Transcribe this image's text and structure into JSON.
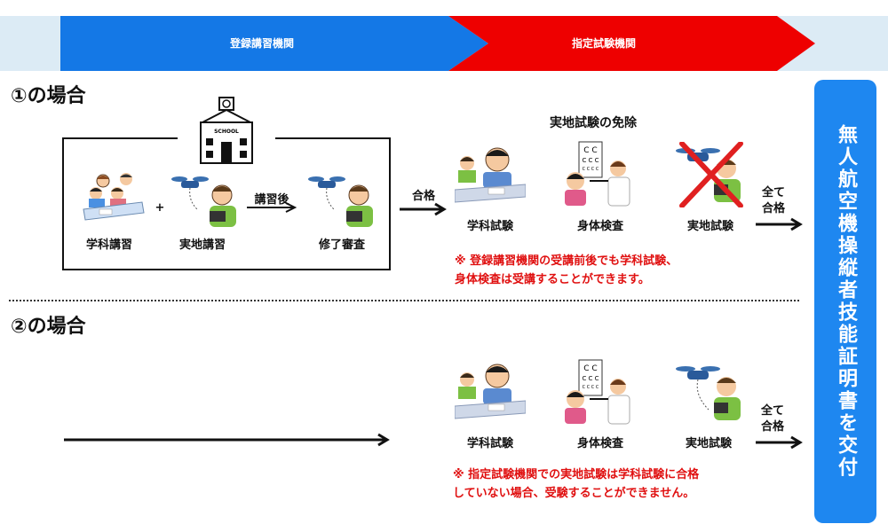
{
  "banner": {
    "registered_label": "登録講習機関",
    "designated_label": "指定試験機関",
    "colors": {
      "registered": "#1478e6",
      "designated": "#ee0000",
      "background": "#dcebf5"
    }
  },
  "case1": {
    "title": "①の場合",
    "school_sign": "SCHOOL",
    "academic_lecture": "学科講習",
    "plus": "+",
    "practical_lecture": "実地講習",
    "after_lecture": "講習後",
    "completion_exam": "修了審査",
    "pass": "合格",
    "exemption_title": "実地試験の免除",
    "academic_test": "学科試験",
    "physical_test": "身体検査",
    "practical_test": "実地試験",
    "all_pass_1": "全て",
    "all_pass_2": "合格",
    "note_line1": "※ 登録講習機関の受講前後でも学科試験、",
    "note_line2": "身体検査は受講することができます。"
  },
  "case2": {
    "title": "②の場合",
    "academic_test": "学科試験",
    "physical_test": "身体検査",
    "practical_test": "実地試験",
    "all_pass_1": "全て",
    "all_pass_2": "合格",
    "note_line1": "※ 指定試験機関での実地試験は学科試験に合格",
    "note_line2": "していない場合、受験することができません。"
  },
  "certificate": "無人航空機操縦者技能証明書を交付",
  "icons": [
    "school-icon",
    "students-icon",
    "drone-pilot-icon",
    "student-desk-icon",
    "eye-test-icon",
    "drone-icon",
    "cross-icon",
    "arrow-icon"
  ]
}
